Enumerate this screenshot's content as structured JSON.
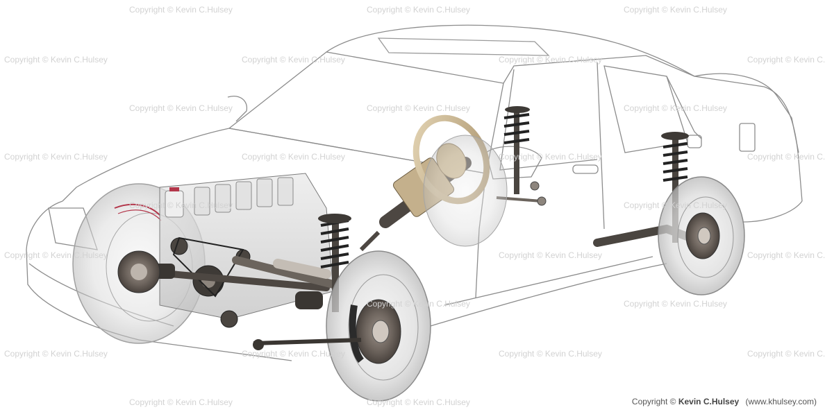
{
  "watermark": {
    "text": "Copyright © Kevin C.Hulsey",
    "color": "#d2d2d2"
  },
  "credit": {
    "prefix": "Copyright ©",
    "owner": "Kevin C.Hulsey",
    "site": "(www.khulsey.com)"
  },
  "illustration": {
    "subject": "cutaway-car-chassis",
    "colors": {
      "body_outline": "#8c8c8c",
      "tire": "#9a9a9a",
      "metal": "#5e5650",
      "spring": "#2b2b2b",
      "steering_wheel": "#c9b48f",
      "brake_red": "#b3364a"
    }
  }
}
